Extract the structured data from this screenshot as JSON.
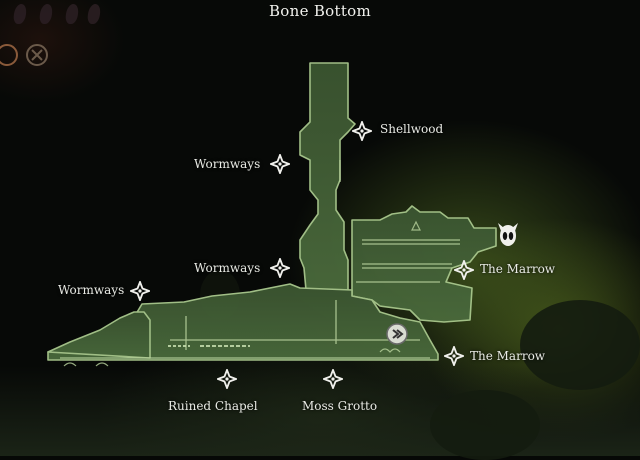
{
  "map": {
    "title": "Bone Bottom"
  },
  "labels": {
    "shellwood": "Shellwood",
    "wormways_top": "Wormways",
    "wormways_mid": "Wormways",
    "wormways_left": "Wormways",
    "marrow_upper": "The Marrow",
    "marrow_lower": "The Marrow",
    "ruined_chapel": "Ruined Chapel",
    "moss_grotto": "Moss Grotto"
  },
  "hud": {
    "mask_count": 4,
    "charm_count": 2
  },
  "colors": {
    "map_fill": "#3f5a33",
    "map_edge": "#a9c88d",
    "text": "#e9ebe5",
    "pin": "#f0f0ec"
  },
  "icons": {
    "exit_pin": "four-point-star-icon",
    "player_marker": "horned-mask-icon",
    "bench_marker": "arrow-disc-icon"
  }
}
